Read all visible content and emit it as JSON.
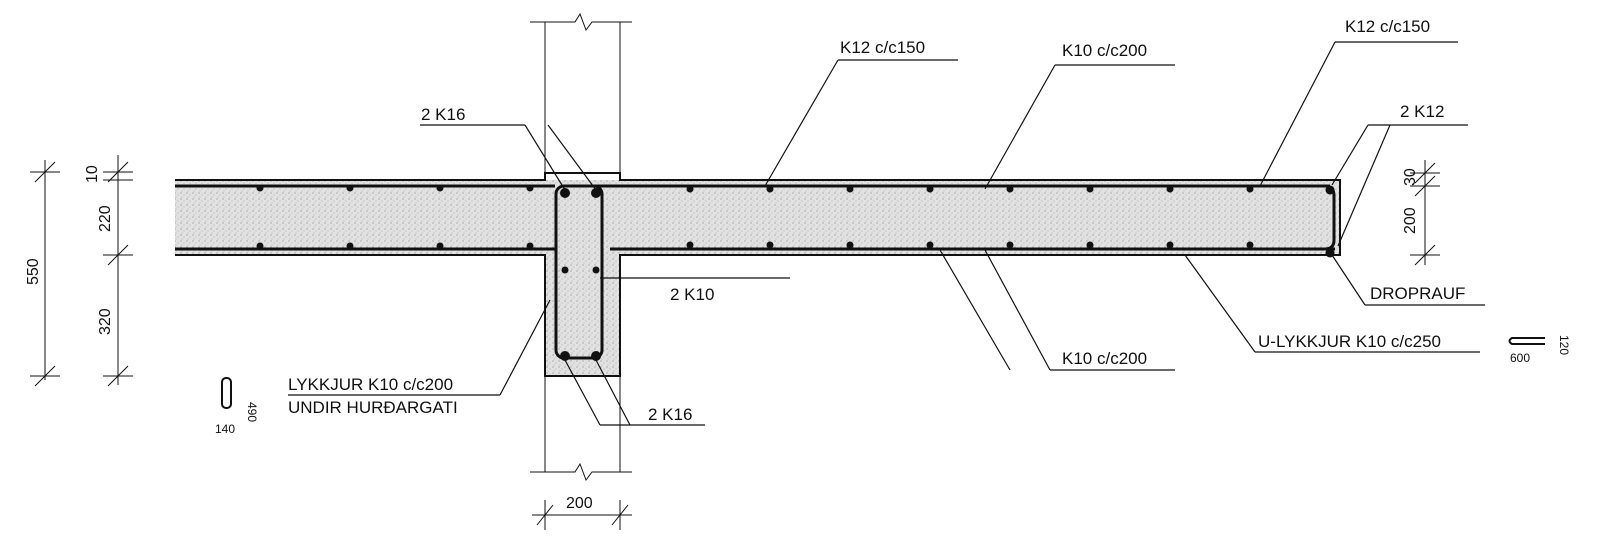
{
  "labels": {
    "k16_top": "2 K16",
    "k12_150_mid": "K12 c/c150",
    "k10_200_top": "K10 c/c200",
    "k12_150_right": "K12 c/c150",
    "k12_right": "2 K12",
    "k10_beam": "2 K10",
    "dropauf": "DROPRAUF",
    "u_lykkjur": "U-LYKKJUR K10 c/c250",
    "k10_200_bottom": "K10 c/c200",
    "lykkjur_line1": "LYKKJUR K10 c/c200",
    "lykkjur_line2": "UNDIR HURÐARGATI",
    "k16_bottom": "2 K16"
  },
  "dimensions": {
    "total": "550",
    "top_cover": "10",
    "slab": "220",
    "beam": "320",
    "beam_width": "200",
    "right_cover": "30",
    "right_depth": "200",
    "stirrup_h": "490",
    "stirrup_w": "140",
    "u_len": "600",
    "u_h": "120"
  }
}
